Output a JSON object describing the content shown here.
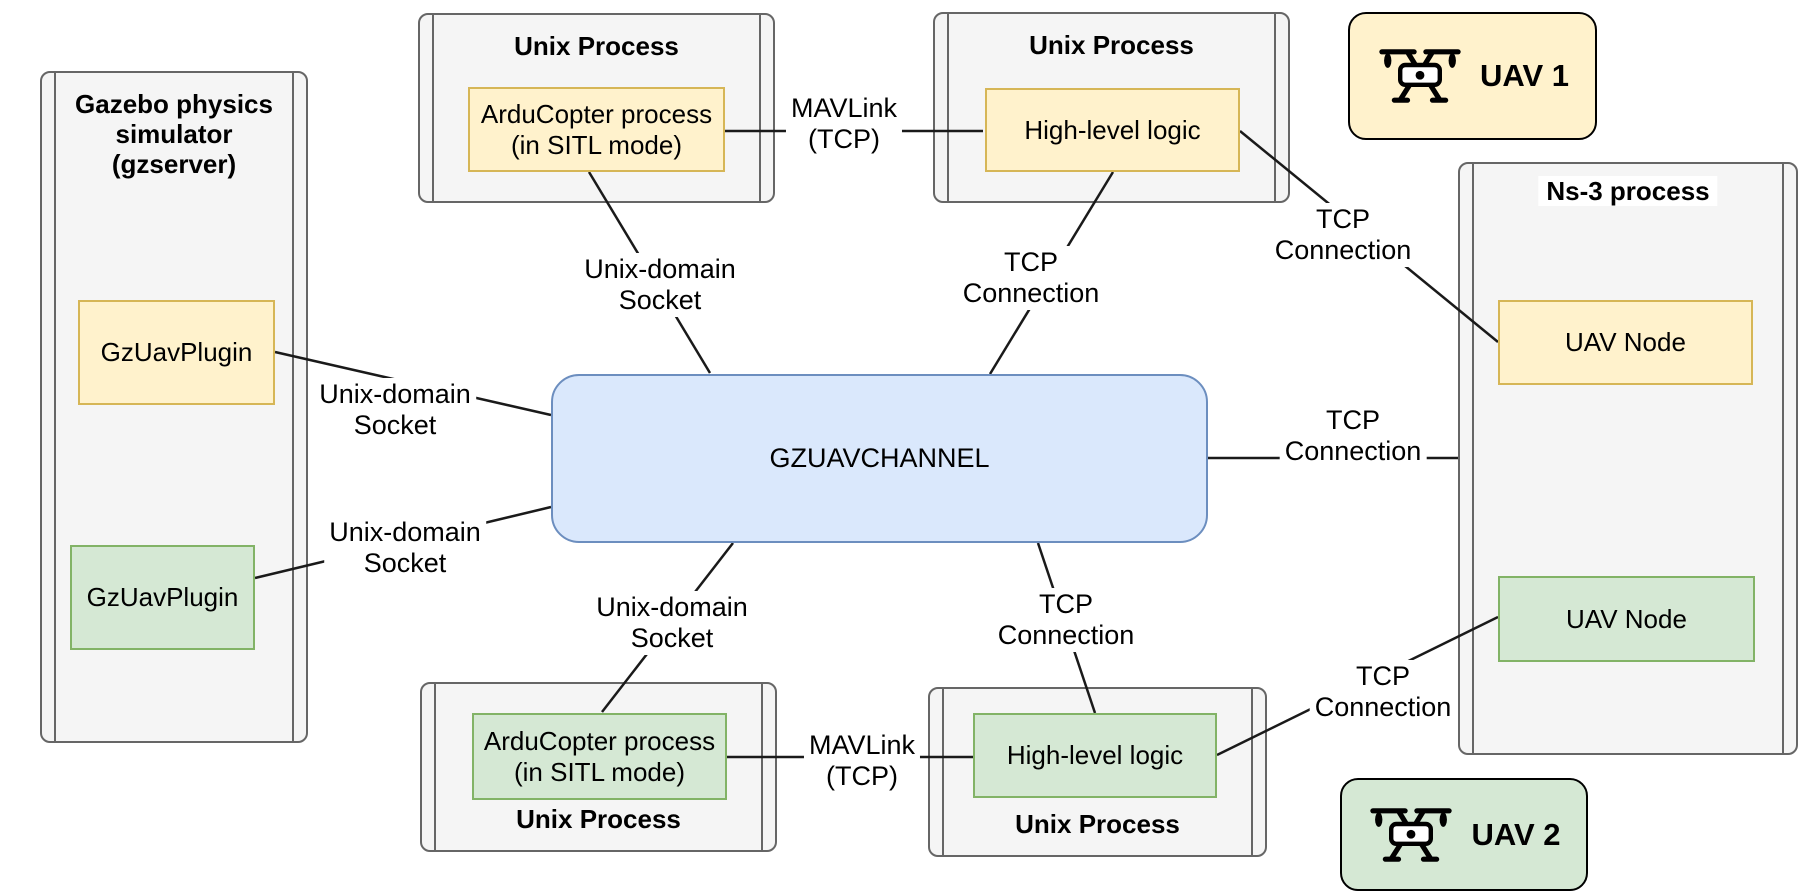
{
  "diagram": {
    "type": "architecture-diagram",
    "background": "#ffffff",
    "colors": {
      "yellow_fill": "#fff2cc",
      "yellow_stroke": "#d6b656",
      "green_fill": "#d5e8d4",
      "green_stroke": "#82b366",
      "blue_fill": "#dae8fc",
      "blue_stroke": "#6c8ebf",
      "container_fill": "#f5f5f5",
      "container_stroke": "#666666",
      "edge_color": "#1a1a1a",
      "text_color": "#000000"
    }
  },
  "containers": {
    "gazebo": {
      "title": "Gazebo physics\nsimulator\n(gzserver)"
    },
    "unix_top_left": {
      "title": "Unix Process"
    },
    "unix_top_right": {
      "title": "Unix Process"
    },
    "unix_bottom_left": {
      "title": "Unix Process"
    },
    "unix_bottom_right": {
      "title": "Unix Process"
    },
    "ns3": {
      "title": "Ns-3 process"
    }
  },
  "nodes": {
    "hub": {
      "label": "GZUAVCHANNEL",
      "color": "blue"
    },
    "gz_uav_plugin_1": {
      "label": "GzUavPlugin",
      "color": "yellow"
    },
    "gz_uav_plugin_2": {
      "label": "GzUavPlugin",
      "color": "green"
    },
    "arducopter_1": {
      "label": "ArduCopter process\n(in SITL mode)",
      "color": "yellow"
    },
    "arducopter_2": {
      "label": "ArduCopter process\n(in SITL mode)",
      "color": "green"
    },
    "high_level_logic_1": {
      "label": "High-level logic",
      "color": "yellow"
    },
    "high_level_logic_2": {
      "label": "High-level logic",
      "color": "green"
    },
    "uav_node_1": {
      "label": "UAV Node",
      "color": "yellow"
    },
    "uav_node_2": {
      "label": "UAV Node",
      "color": "green"
    }
  },
  "badges": {
    "uav1": {
      "label": "UAV 1",
      "icon": "drone-icon",
      "color": "yellow"
    },
    "uav2": {
      "label": "UAV 2",
      "icon": "drone-icon",
      "color": "green"
    }
  },
  "edge_labels": [
    {
      "id": "uds-arducopter1-hub",
      "text": "Unix-domain\nSocket"
    },
    {
      "id": "uds-plugin1-hub",
      "text": "Unix-domain\nSocket"
    },
    {
      "id": "uds-plugin2-hub",
      "text": "Unix-domain\nSocket"
    },
    {
      "id": "uds-hub-arducopter2",
      "text": "Unix-domain\nSocket"
    },
    {
      "id": "mavlink-top",
      "text": "MAVLink\n(TCP)"
    },
    {
      "id": "tcp-hll1-hub",
      "text": "TCP\nConnection"
    },
    {
      "id": "tcp-hll1-uavnode1",
      "text": "TCP\nConnection"
    },
    {
      "id": "tcp-hub-ns3",
      "text": "TCP\nConnection"
    },
    {
      "id": "tcp-hub-hll2",
      "text": "TCP\nConnection"
    },
    {
      "id": "tcp-hll2-uavnode2",
      "text": "TCP\nConnection"
    },
    {
      "id": "mavlink-bottom",
      "text": "MAVLink\n(TCP)"
    }
  ]
}
